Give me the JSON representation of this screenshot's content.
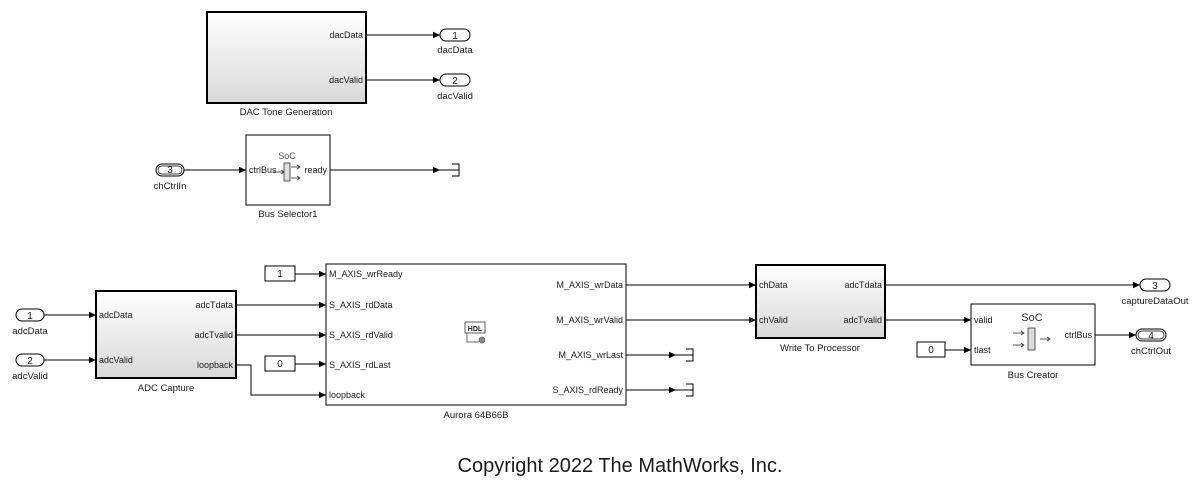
{
  "blocks": {
    "dac_tone": {
      "name": "DAC Tone Generation",
      "outputs": [
        "dacData",
        "dacValid"
      ]
    },
    "bus_selector": {
      "name": "Bus Selector1",
      "input": "ctrlBus",
      "output": "ready",
      "icon_text": "SoC"
    },
    "adc_capture": {
      "name": "ADC Capture",
      "inputs": [
        "adcData",
        "adcValid"
      ],
      "outputs": [
        "adcTdata",
        "adcTvalid",
        "loopback"
      ]
    },
    "aurora": {
      "name": "Aurora 64B66B",
      "inputs": [
        "M_AXIS_wrReady",
        "S_AXIS_rdData",
        "S_AXIS_rdValid",
        "S_AXIS_rdLast",
        "loopback"
      ],
      "outputs": [
        "M_AXIS_wrData",
        "M_AXIS_wrValid",
        "M_AXIS_wrLast",
        "S_AXIS_rdReady"
      ],
      "icon_text": "HDL"
    },
    "write_proc": {
      "name": "Write To Processor",
      "inputs": [
        "chData",
        "chValid"
      ],
      "outputs": [
        "adcTdata",
        "adcTvalid"
      ]
    },
    "bus_creator": {
      "name": "Bus Creator",
      "inputs": [
        "valid",
        "tlast"
      ],
      "output": "ctrlBus",
      "icon_text": "SoC"
    }
  },
  "inports": [
    {
      "num": "1",
      "label": "adcData"
    },
    {
      "num": "2",
      "label": "adcValid"
    },
    {
      "num": "3",
      "label": "chCtrlIn"
    }
  ],
  "outports": [
    {
      "num": "1",
      "label": "dacData"
    },
    {
      "num": "2",
      "label": "dacValid"
    },
    {
      "num": "3",
      "label": "captureDataOut"
    },
    {
      "num": "4",
      "label": "chCtrlOut"
    }
  ],
  "constants": {
    "wr_ready": "1",
    "rd_last": "0",
    "tlast": "0"
  },
  "copyright": "Copyright 2022 The MathWorks, Inc."
}
